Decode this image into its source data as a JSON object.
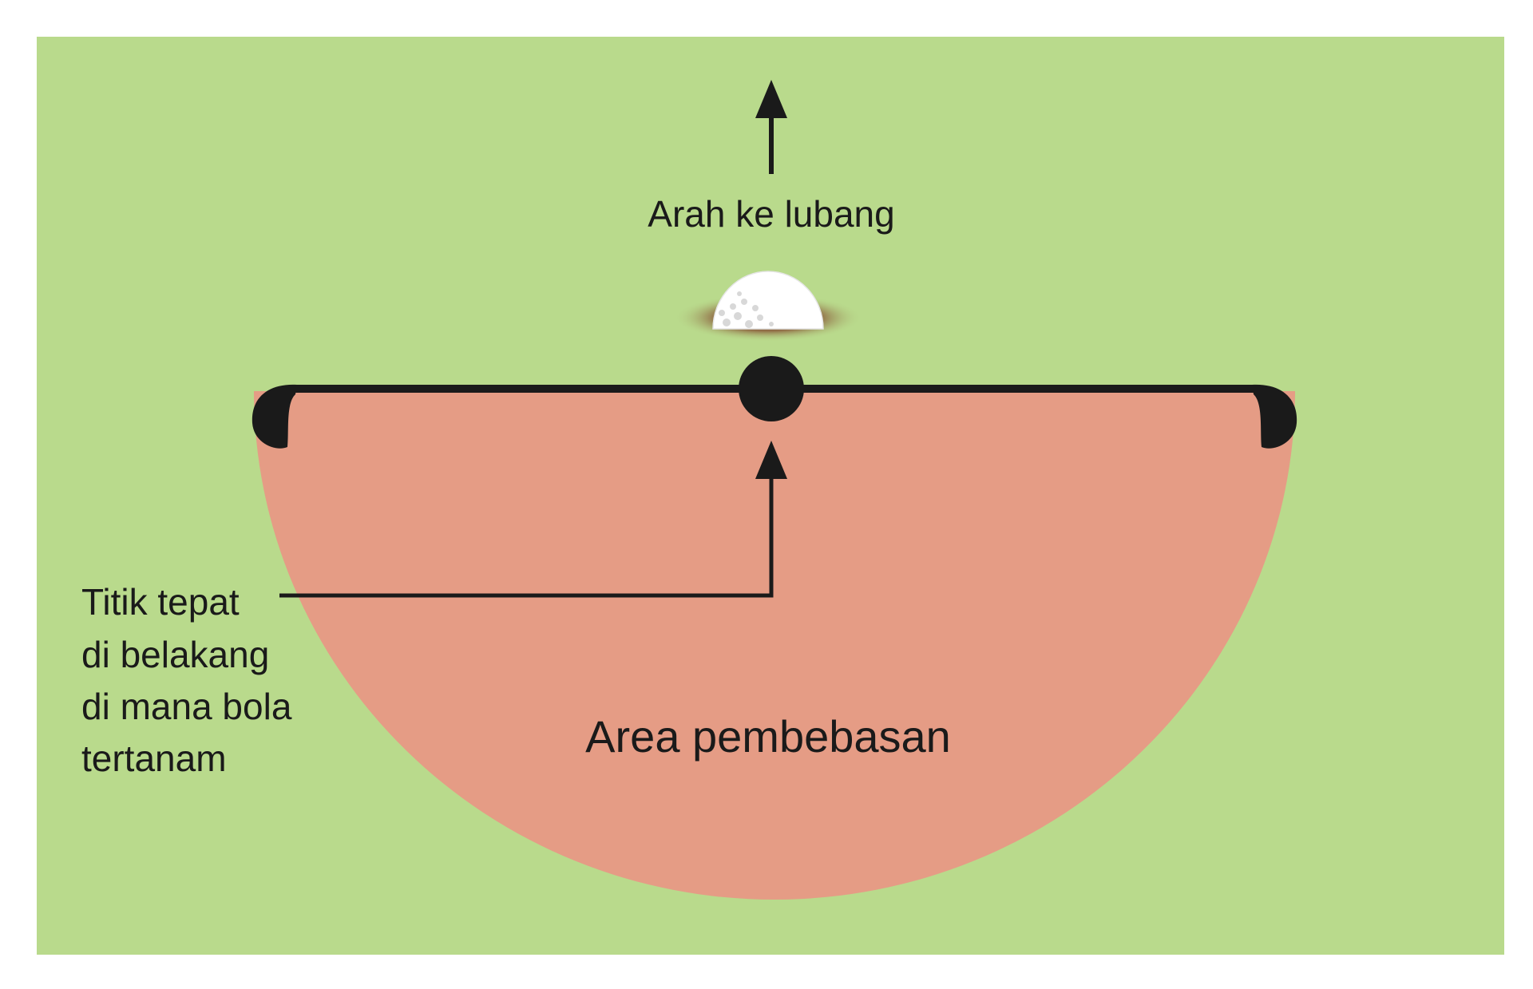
{
  "labels": {
    "direction": "Arah ke lubang",
    "reference_point": [
      "Titik tepat",
      "di belakang",
      "di mana bola",
      "tertanam"
    ],
    "relief_area": "Area pembebasan"
  },
  "colors": {
    "background": "#ffffff",
    "grass": "#b9da8c",
    "relief_area": "#e59c85",
    "ink": "#1a1a1a",
    "ball": "#ffffff",
    "ball_shadow": "#8a5a3a"
  }
}
